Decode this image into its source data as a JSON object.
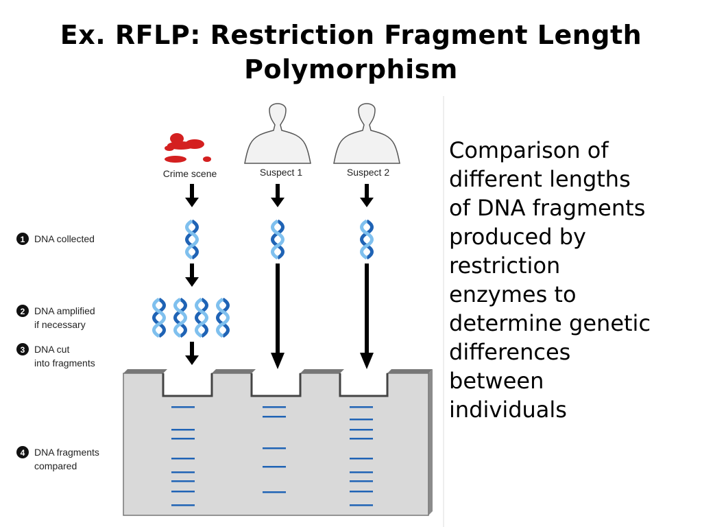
{
  "slide": {
    "title_lines": [
      "Ex. RFLP: Restriction Fragment Length",
      "Polymorphism"
    ],
    "description_lines": [
      "Comparison of",
      "different lengths",
      "of DNA fragments",
      "produced by",
      "restriction",
      "enzymes to",
      "determine genetic",
      "differences",
      "between",
      "individuals"
    ]
  },
  "figure": {
    "columns": [
      {
        "label": "Crime scene",
        "icon": "blood-stain-icon"
      },
      {
        "label": "Suspect 1",
        "icon": "person-silhouette-icon"
      },
      {
        "label": "Suspect 2",
        "icon": "person-silhouette-icon"
      }
    ],
    "steps": [
      {
        "number": "1",
        "lines": [
          "DNA collected"
        ]
      },
      {
        "number": "2",
        "lines": [
          "DNA amplified",
          "if necessary"
        ]
      },
      {
        "number": "3",
        "lines": [
          "DNA cut",
          "into fragments"
        ]
      },
      {
        "number": "4",
        "lines": [
          "DNA fragments",
          "compared"
        ]
      }
    ],
    "colors": {
      "blood": "#d42020",
      "dna_dark": "#1f63b5",
      "dna_light": "#7fc0ee",
      "gel": "#d9d9d9",
      "band": "#1f63b5"
    }
  }
}
